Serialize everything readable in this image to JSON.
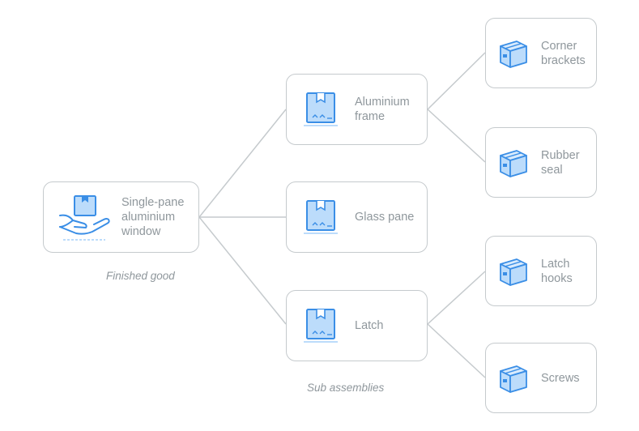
{
  "finished_good": {
    "label": "Single-pane\naluminium\nwindow",
    "caption": "Finished good"
  },
  "sub_assemblies": {
    "caption": "Sub assemblies",
    "items": [
      {
        "label": "Aluminium\nframe"
      },
      {
        "label": "Glass pane"
      },
      {
        "label": "Latch"
      }
    ]
  },
  "components": [
    {
      "label": "Corner\nbrackets"
    },
    {
      "label": "Rubber\nseal"
    },
    {
      "label": "Latch\nhooks"
    },
    {
      "label": "Screws"
    }
  ],
  "icons": {
    "finished_good": "hand-holding-box-icon",
    "sub_assembly": "package-icon",
    "component": "cube-box-icon"
  },
  "colors": {
    "line": "#c5cacd",
    "icon_blue": "#3a8ee6",
    "icon_fill": "#bcdcfb",
    "text": "#8f979c"
  }
}
